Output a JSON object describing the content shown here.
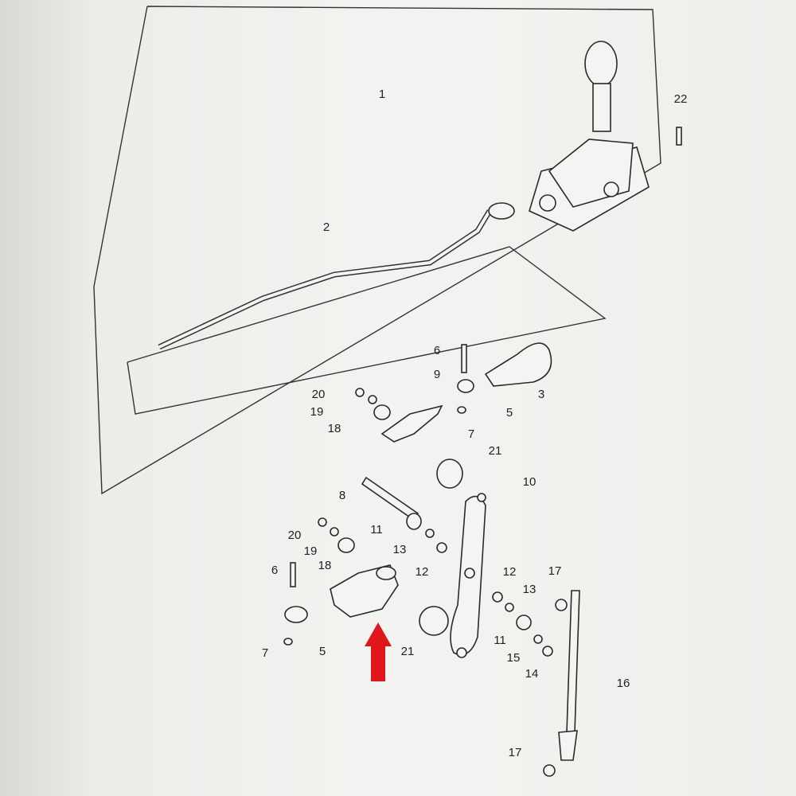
{
  "diagram": {
    "title": "Gear shift linkage exploded parts diagram",
    "callouts": [
      "1",
      "22",
      "2",
      "6",
      "9",
      "3",
      "20",
      "19",
      "18",
      "5",
      "7",
      "21",
      "10",
      "8",
      "20",
      "11",
      "19",
      "13",
      "18",
      "12",
      "12",
      "17",
      "6",
      "13",
      "11",
      "15",
      "7",
      "5",
      "21",
      "14",
      "16",
      "17"
    ],
    "arrow_color": "#e0161b",
    "line_color": "#333333"
  }
}
